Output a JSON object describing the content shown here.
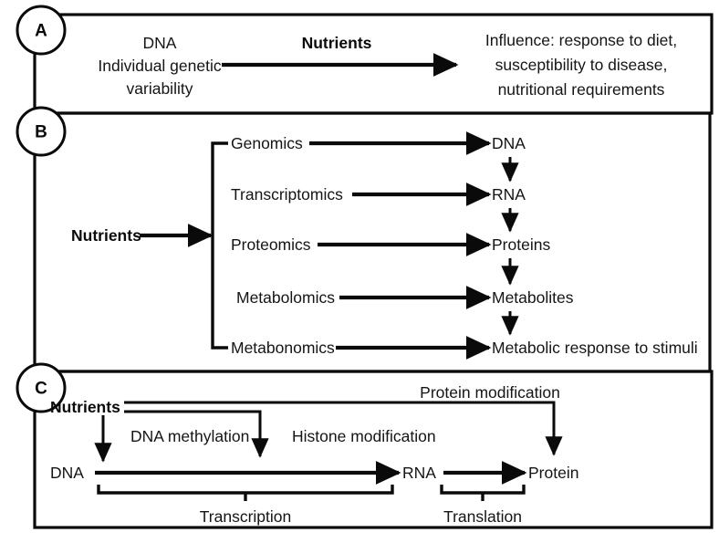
{
  "figure": {
    "background": "#ffffff",
    "ink": "#0a0a0a",
    "panels": [
      {
        "id": "A",
        "letter": "A"
      },
      {
        "id": "B",
        "letter": "B"
      },
      {
        "id": "C",
        "letter": "C"
      }
    ]
  },
  "panel_a": {
    "letter": "A",
    "left_lines": [
      "DNA",
      "Individual genetic",
      "variability"
    ],
    "arrow_label": "Nutrients",
    "right_lines": [
      "Influence: response to diet,",
      "susceptibility to disease,",
      "nutritional  requirements"
    ]
  },
  "panel_b": {
    "letter": "B",
    "input_label": "Nutrients",
    "rows": [
      {
        "omics": "Genomics",
        "target": "DNA"
      },
      {
        "omics": "Transcriptomics",
        "target": "RNA"
      },
      {
        "omics": "Proteomics",
        "target": "Proteins"
      },
      {
        "omics": "Metabolomics",
        "target": "Metabolites"
      },
      {
        "omics": "Metabonomics",
        "target": "Metabolic response to stimuli"
      }
    ]
  },
  "panel_c": {
    "letter": "C",
    "input_label": "Nutrients",
    "nodes": [
      "DNA",
      "RNA",
      "Protein"
    ],
    "modifications": [
      "DNA methylation",
      "Histone modification",
      "Protein modification"
    ],
    "processes": [
      "Transcription",
      "Translation"
    ]
  }
}
